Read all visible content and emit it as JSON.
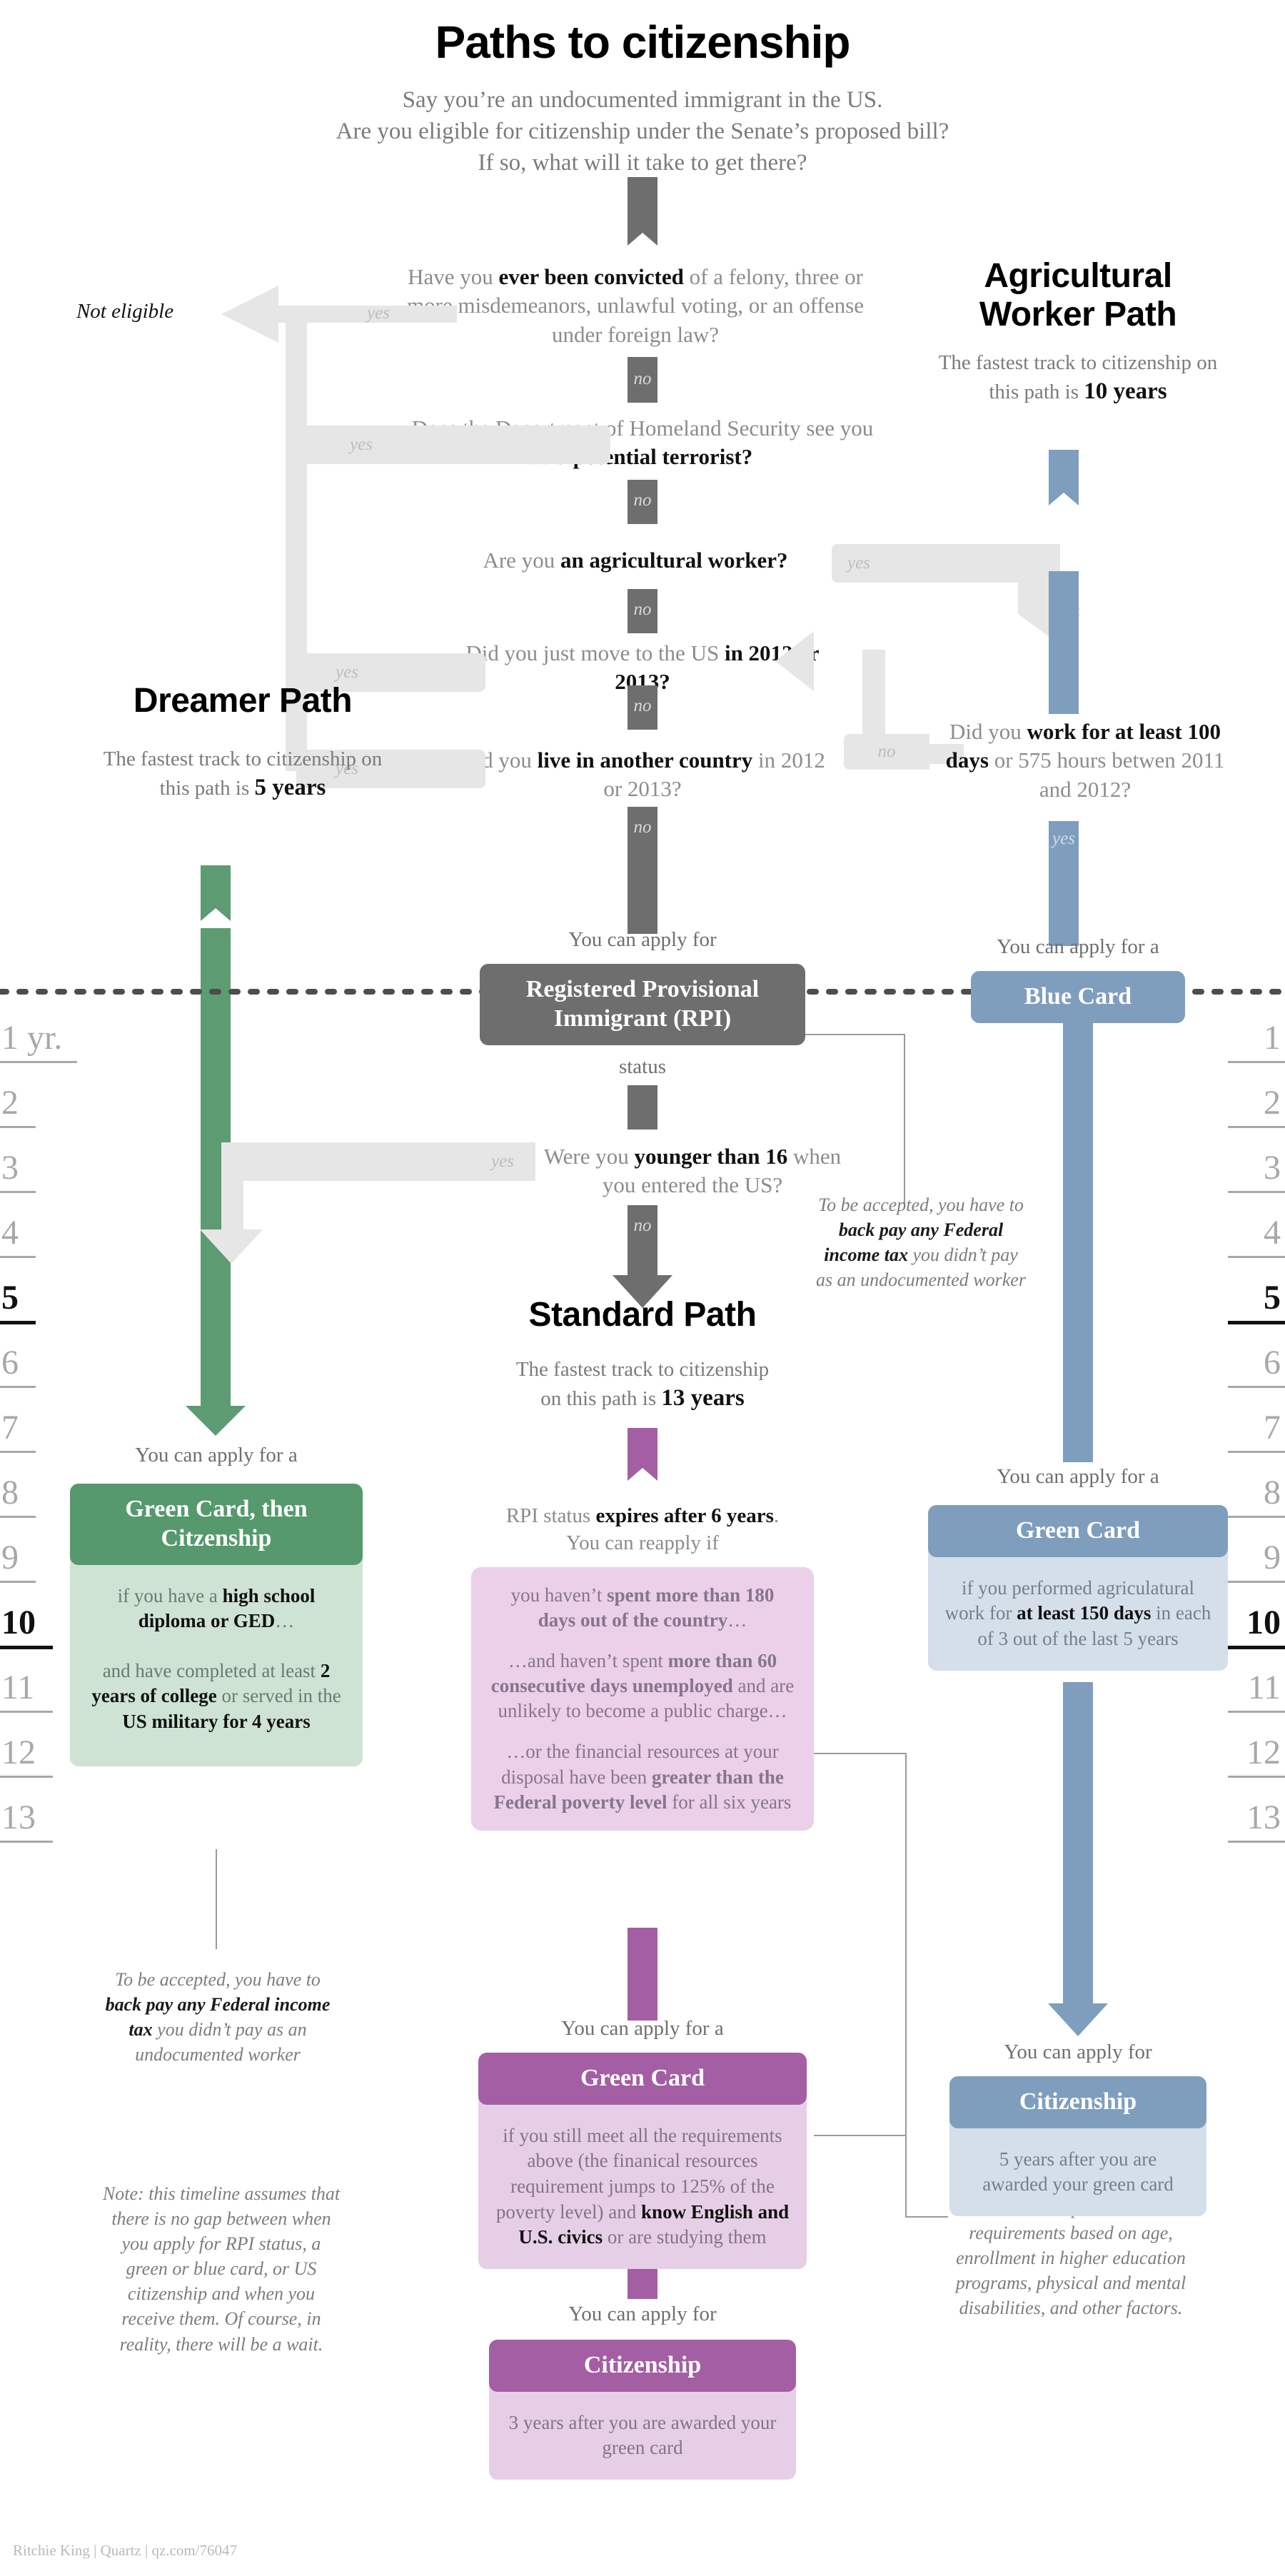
{
  "header": {
    "title": "Paths to citizenship",
    "deck_line1": "Say you’re an undocumented immigrant in the US.",
    "deck_line2": "Are you eligible for citizenship under the Senate’s proposed bill?",
    "deck_line3": "If so, what will it take to get there?"
  },
  "questions": {
    "q1": "Have you <b>ever been convicted</b> of a felony, three or more misdemeanors, unlawful voting, or an offense under foreign law?",
    "q2": "Does the Department of Homeland Security see you as <b>a potential terrorist?</b>",
    "q3": "Are you <b>an agricultural worker?</b>",
    "q4": "Did you just move to the US <b>in 2012 or 2013?</b>",
    "q5": "Did you <b>live in another country</b> in 2012 or 2013?",
    "q6": "Did you <b>work for at least 100 days</b> or 575 hours betwen 2011 and 2012?",
    "q7": "Were you <b>younger than 16</b> when you entered the US?"
  },
  "labels": {
    "yes": "yes",
    "no": "no",
    "not_eligible": "Not eligible",
    "you_can_apply_for": "You can apply for",
    "you_can_apply_for_a": "You can apply for a",
    "status": "status"
  },
  "paths": {
    "agricultural": {
      "title_line1": "Agricultural",
      "title_line2": "Worker Path",
      "sub_pre": "The fastest track to citizenship on this path is ",
      "sub_years": "10 years"
    },
    "dreamer": {
      "title": "Dreamer Path",
      "sub_pre": "The fastest track to citizenship on this path is ",
      "sub_years": "5 years"
    },
    "standard": {
      "title": "Standard Path",
      "sub_pre": "The fastest track to citizenship on this path is ",
      "sub_years": "13 years"
    }
  },
  "cards": {
    "rpi": {
      "head_line1": "Registered Provisional",
      "head_line2": "Immigrant (RPI)"
    },
    "blue_card": {
      "head": "Blue Card"
    },
    "dreamer_green": {
      "head_line1": "Green Card, then",
      "head_line2": "Citzenship",
      "body1": "if you have a <b>high school diploma or GED</b>…",
      "body2": "and have completed at least <b>2 years of college</b> or served in the <b>US military for 4 years</b>"
    },
    "ag_green": {
      "head": "Green Card",
      "body": "if you performed agriculatural work for <b>at least 150 days</b> in each of 3 out of the last 5 years"
    },
    "ag_citizenship": {
      "head": "Citizenship",
      "body": "5 years after you are awarded your green card"
    },
    "std_green": {
      "head": "Green Card",
      "body": "if you still meet all the requirements above (the finanical resources requirement jumps to 125% of the poverty level) and <b>know English and U.S. civics</b> or are studying them"
    },
    "std_citizenship": {
      "head": "Citizenship",
      "body": "3 years after you are awarded your green card"
    },
    "rpi_expiry": {
      "lead_line1": "RPI status <b>expires after 6 years</b>.",
      "lead_line2": "You can reapply if",
      "cond1": "you haven’t <b>spent more than 180 days out of the country</b>…",
      "cond2": "…and haven’t spent <b>more than 60 consecutive days unem&shy;ployed</b> and are unlikely to become a public charge…",
      "cond3": "…or the financial resources at your disposal have been <b>greater than the Federal poverty level</b> for all six years"
    }
  },
  "notes": {
    "backpay_right": "To be accepted, you have to <b>back pay any Federal income tax</b> you didn’t pay as an undocumented worker",
    "backpay_left": "To be accepted, you have to <b>back pay any Federal income tax</b> you didn’t pay as an undocumented worker",
    "timeline_note": "Note: this timeline assumes that there is no gap between when you apply for RPI status, a green or blue card, or US citizenship and when you receive them. Of course, in reality, there will be a wait.",
    "exceptions_note": "There are exceptions to these requirements based on age, enrollment in higher education programs, physical and mental disabilities, and other factors."
  },
  "timeline": {
    "ticks": [
      "1 yr.",
      "2",
      "3",
      "4",
      "5",
      "6",
      "7",
      "8",
      "9",
      "10",
      "11",
      "12",
      "13"
    ],
    "ticks_right": [
      "1",
      "2",
      "3",
      "4",
      "5",
      "6",
      "7",
      "8",
      "9",
      "10",
      "11",
      "12",
      "13"
    ],
    "bold_years": [
      "5",
      "10"
    ]
  },
  "footer": {
    "credit": "Ritchie King | Quartz | qz.com/76047"
  },
  "colors": {
    "gray": "#6e6e6e",
    "light_gray": "#e6e6e6",
    "green": "#55996d",
    "green_light": "#cfe3d5",
    "blue": "#7f9ebd",
    "blue_light": "#d4dfe9",
    "purple": "#a45ea4",
    "purple_light": "#e6cfe6"
  }
}
